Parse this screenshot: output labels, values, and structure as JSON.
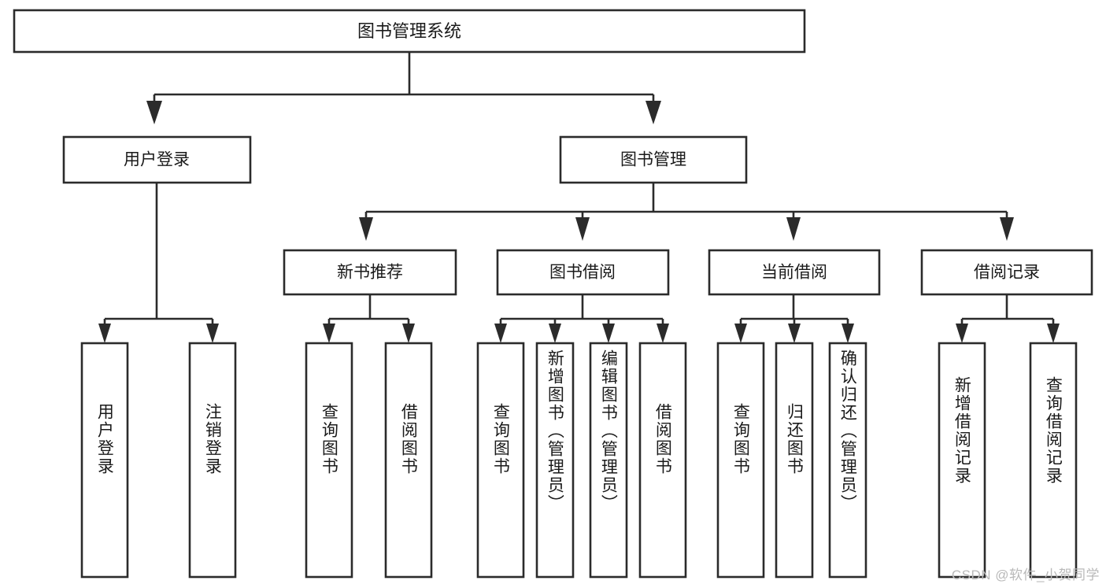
{
  "diagram": {
    "title": "图书管理系统",
    "type": "tree",
    "orientation": "top-down",
    "colors": {
      "background": "#ffffff",
      "stroke": "#2b2b2b",
      "box_fill": "#ffffff",
      "text": "#1a1a1a",
      "watermark": "#b9b9b9"
    },
    "root": {
      "label": "图书管理系统"
    },
    "level2": [
      {
        "label": "用户登录"
      },
      {
        "label": "图书管理"
      }
    ],
    "level3": [
      {
        "label": "新书推荐"
      },
      {
        "label": "图书借阅"
      },
      {
        "label": "当前借阅"
      },
      {
        "label": "借阅记录"
      }
    ],
    "leaves": {
      "user_login": [
        {
          "label": "用户登录"
        },
        {
          "label": "注销登录"
        }
      ],
      "new_book_recommend": [
        {
          "label": "查询图书"
        },
        {
          "label": "借阅图书"
        }
      ],
      "book_borrow": [
        {
          "label": "查询图书"
        },
        {
          "label": "新增图书（管理员）"
        },
        {
          "label": "编辑图书（管理员）"
        },
        {
          "label": "借阅图书"
        }
      ],
      "current_borrow": [
        {
          "label": "查询图书"
        },
        {
          "label": "归还图书"
        },
        {
          "label": "确认归还（管理员）"
        }
      ],
      "borrow_record": [
        {
          "label": "新增借阅记录"
        },
        {
          "label": "查询借阅记录"
        }
      ]
    }
  },
  "watermark": {
    "text": "CSDN @软件_小贺同学"
  }
}
